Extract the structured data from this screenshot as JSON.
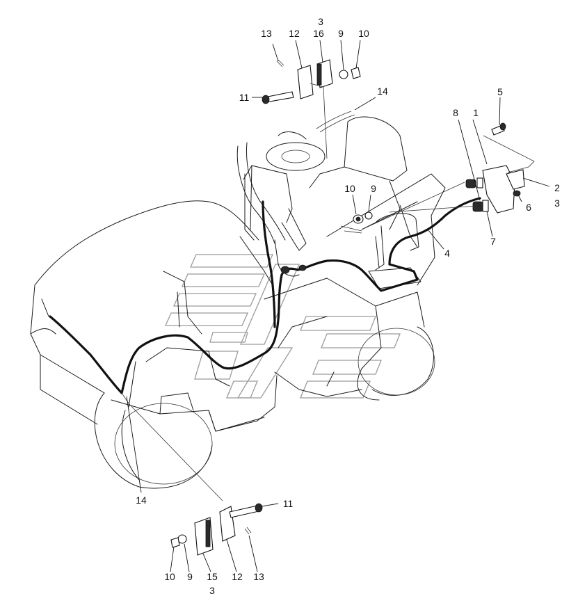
{
  "callouts": [
    {
      "id": "c13-top",
      "text": "13"
    },
    {
      "id": "c12-top",
      "text": "12"
    },
    {
      "id": "c3-top",
      "text": "3"
    },
    {
      "id": "c16-top",
      "text": "16"
    },
    {
      "id": "c9-top",
      "text": "9"
    },
    {
      "id": "c10-top",
      "text": "10"
    },
    {
      "id": "c11-top",
      "text": "11"
    },
    {
      "id": "c14-top",
      "text": "14"
    },
    {
      "id": "c5",
      "text": "5"
    },
    {
      "id": "c8",
      "text": "8"
    },
    {
      "id": "c1",
      "text": "1"
    },
    {
      "id": "c10-mid",
      "text": "10"
    },
    {
      "id": "c9-mid",
      "text": "9"
    },
    {
      "id": "c2",
      "text": "2"
    },
    {
      "id": "c3-right",
      "text": "3"
    },
    {
      "id": "c6",
      "text": "6"
    },
    {
      "id": "c7",
      "text": "7"
    },
    {
      "id": "c4",
      "text": "4"
    },
    {
      "id": "c14-bottom",
      "text": "14"
    },
    {
      "id": "c11-bottom",
      "text": "11"
    },
    {
      "id": "c10-bottom",
      "text": "10"
    },
    {
      "id": "c9-bottom",
      "text": "9"
    },
    {
      "id": "c15",
      "text": "15"
    },
    {
      "id": "c12-bottom",
      "text": "12"
    },
    {
      "id": "c13-bottom",
      "text": "13"
    },
    {
      "id": "c3-bottom",
      "text": "3"
    }
  ]
}
